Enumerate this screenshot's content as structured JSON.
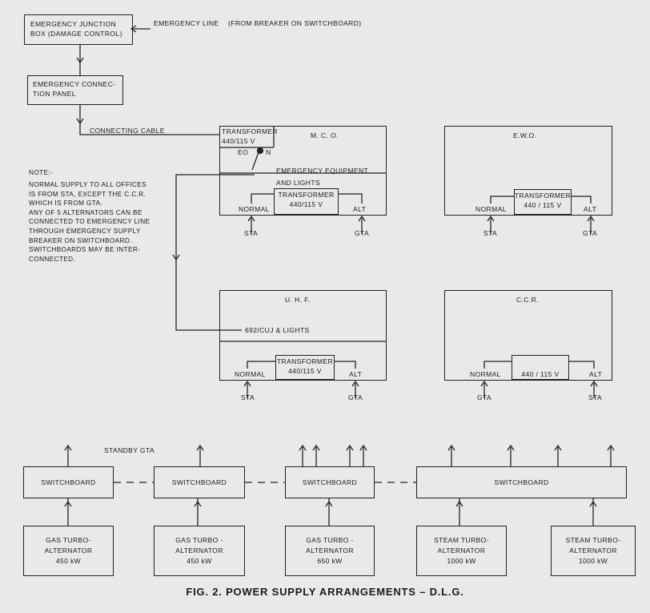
{
  "top": {
    "junction_box": "EMERGENCY JUNCTION\nBOX (DAMAGE CONTROL)",
    "emergency_line": "EMERGENCY LINE",
    "from_breaker": "(FROM BREAKER ON SWITCHBOARD)",
    "connection_panel": "EMERGENCY CONNEC-\nTION PANEL",
    "connecting_cable": "CONNECTING CABLE"
  },
  "note": {
    "heading": "NOTE:-",
    "text": "NORMAL SUPPLY TO ALL OFFICES\nIS FROM STA, EXCEPT THE C.C.R.\nWHICH IS FROM GTA.\nANY OF 5 ALTERNATORS CAN BE\nCONNECTED TO EMERGENCY LINE\nTHROUGH EMERGENCY SUPPLY\nBREAKER ON SWITCHBOARD.\nSWITCHBOARDS MAY BE INTER-\nCONNECTED."
  },
  "mco": {
    "name": "M. C. O.",
    "upper_transformer": "TRANSFORMER\n440/115 V",
    "eo": "EO",
    "n": "N",
    "emergency_equipment": "EMERGENCY EQUIPMENT\nAND LIGHTS",
    "transformer": "TRANSFORMER\n440/115 V",
    "normal": "NORMAL",
    "alt": "ALT",
    "normal_src": "STA",
    "alt_src": "GTA"
  },
  "ewo": {
    "name": "E.W.O.",
    "transformer": "TRANSFORMER\n440 / 115 V",
    "normal": "NORMAL",
    "alt": "ALT",
    "normal_src": "STA",
    "alt_src": "GTA"
  },
  "uhf": {
    "name": "U. H. F.",
    "load": "692/CUJ & LIGHTS",
    "transformer": "TRANSFORMER\n440/115 V",
    "normal": "NORMAL",
    "alt": "ALT",
    "normal_src": "STA",
    "alt_src": "GTA"
  },
  "ccr": {
    "name": "C.C.R.",
    "transformer": "440 / 115 V",
    "normal": "NORMAL",
    "alt": "ALT",
    "normal_src": "GTA",
    "alt_src": "STA"
  },
  "standby": "STANDBY GTA",
  "switchboard_label": "SWITCHBOARD",
  "alternators": [
    "GAS TURBO-\nALTERNATOR\n450 kW",
    "GAS TURBO -\nALTERNATOR\n450 kW",
    "GAS TURBO -\nALTERNATOR\n650 kW",
    "STEAM TURBO-\nALTERNATOR\n1000 kW",
    "STEAM TURBO-\nALTERNATOR\n1000 kW"
  ],
  "caption": "FIG. 2. POWER SUPPLY ARRANGEMENTS – D.L.G."
}
